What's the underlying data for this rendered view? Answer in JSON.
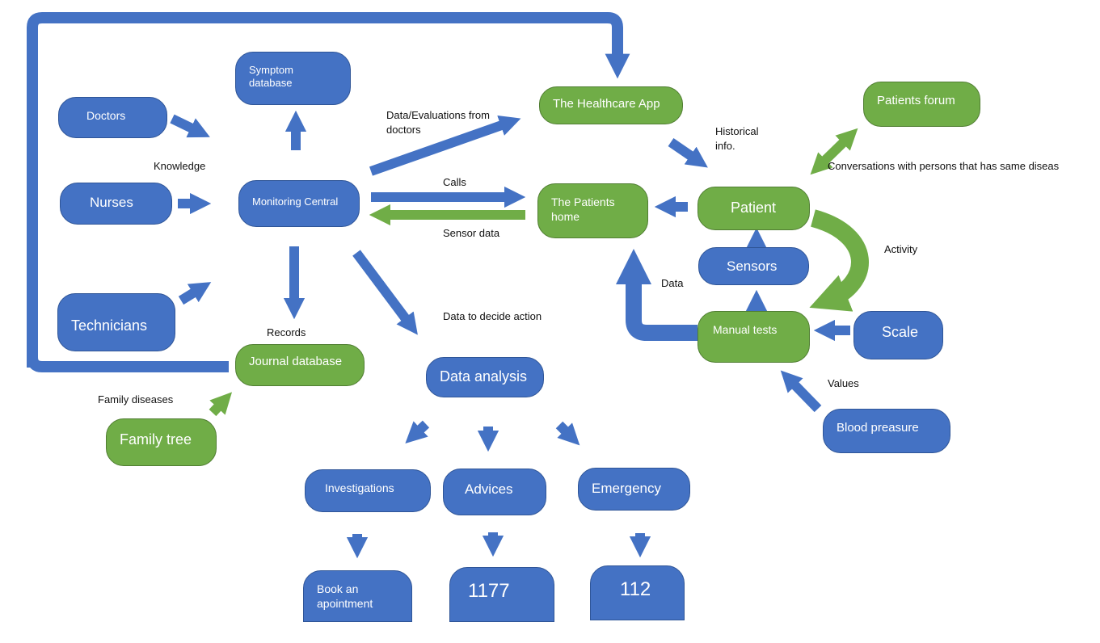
{
  "colors": {
    "blue": "#4472c4",
    "green": "#70ad47"
  },
  "boxes": {
    "symptom_database": "Symptom database",
    "doctors": "Doctors",
    "nurses": "Nurses",
    "technicians": "Technicians",
    "monitoring_central": "Monitoring Central",
    "journal_database": "Journal database",
    "family_tree": "Family tree",
    "healthcare_app": "The Healthcare App",
    "patients_home": "The Patients home",
    "patients_forum": "Patients forum",
    "patient": "Patient",
    "sensors": "Sensors",
    "manual_tests": "Manual tests",
    "scale": "Scale",
    "blood_preasure": "Blood preasure",
    "data_analysis": "Data analysis",
    "investigations": "Investigations",
    "advices": "Advices",
    "emergency": "Emergency",
    "book_apointment": "Book an apointment",
    "n1177": "1177",
    "n112": "112"
  },
  "labels": {
    "knowledge": "Knowledge",
    "data_evaluations": "Data/Evaluations from doctors",
    "calls": "Calls",
    "sensor_data": "Sensor data",
    "historical_info": "Historical info.",
    "conversations": "Conversations with persons that has same diseas",
    "activity": "Activity",
    "data": "Data",
    "records": "Records",
    "data_to_decide": "Data to decide action",
    "family_diseases": "Family diseases",
    "values": "Values"
  }
}
